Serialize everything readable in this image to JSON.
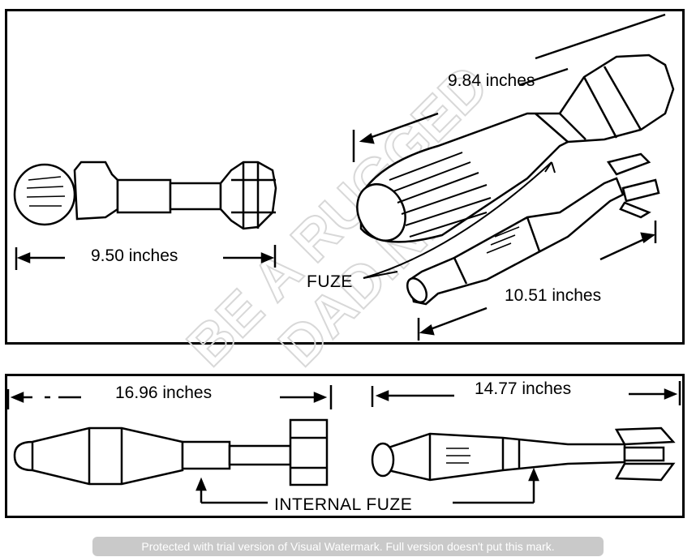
{
  "dimensions": {
    "top_left_length": "9.50 inches",
    "top_right_upper_length": "9.84 inches",
    "top_right_lower_length": "10.51 inches",
    "bottom_left_length": "16.96 inches",
    "bottom_right_length": "14.77 inches"
  },
  "labels": {
    "fuze": "FUZE",
    "internal_fuze": "INTERNAL FUZE"
  },
  "watermark": {
    "line1": "BE A RUGGED",
    "line2": "DAD.NET"
  },
  "footer_notice": "Protected with trial version of Visual Watermark. Full version doesn't put this mark."
}
